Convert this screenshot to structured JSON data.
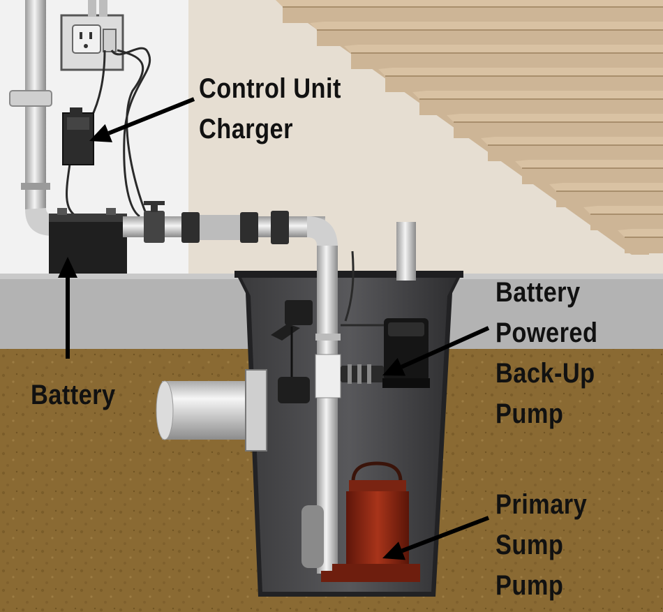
{
  "labels": {
    "control_unit": [
      "Control Unit",
      "Charger"
    ],
    "battery": "Battery",
    "backup_pump": [
      "Battery",
      "Powered",
      "Back-Up",
      "Pump"
    ],
    "primary_pump": [
      "Primary",
      "Sump",
      "Pump"
    ]
  },
  "colors": {
    "soil": "#8a6a33",
    "soil_dark": "#6e5222",
    "floor": "#b2b2b2",
    "wall": "#ffffff",
    "stairs": "#d9c2a3",
    "stairs_edge": "#a88e6c",
    "pit": "#4b4b4d",
    "pipe": "#d6d6d6",
    "primary_pump": "#8e2a14",
    "backup_pump": "#1a1a1a",
    "arrow": "#000000"
  },
  "icons": [
    "outlet-box-icon",
    "control-unit-icon",
    "battery-icon",
    "check-valve-icon",
    "gate-valve-icon",
    "float-switch-icon",
    "backup-pump-icon",
    "primary-pump-icon"
  ]
}
